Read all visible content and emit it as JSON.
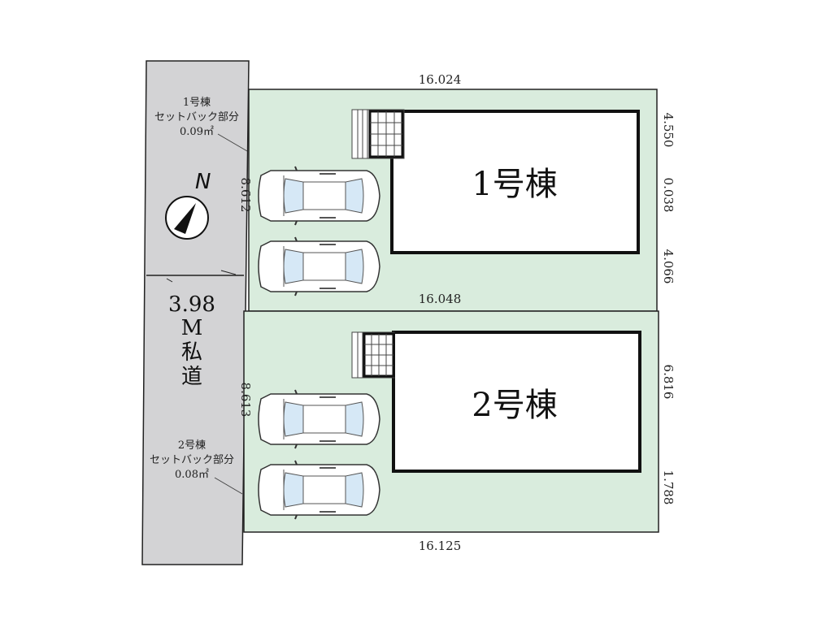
{
  "colors": {
    "lot": "#d9ecdd",
    "road": "#d3d3d5",
    "line": "#222222",
    "glass": "#d6e8f6"
  },
  "road": {
    "width": "3.98",
    "unit": "M",
    "label_1": "私",
    "label_2": "道"
  },
  "setback_1": {
    "title": "1号棟",
    "subtitle": "セットバック部分",
    "area": "0.09㎡"
  },
  "setback_2": {
    "title": "2号棟",
    "subtitle": "セットバック部分",
    "area": "0.08㎡"
  },
  "buildings": [
    {
      "label": "1号棟"
    },
    {
      "label": "2号棟"
    }
  ],
  "dimensions": {
    "top": "16.024",
    "middle": "16.048",
    "bottom": "16.125",
    "left_1": "8.612",
    "left_2": "8.613",
    "right_1a": "4.550",
    "right_1b": "0.038",
    "right_1c": "4.066",
    "right_2a": "6.816",
    "right_2b": "1.788"
  },
  "compass": {
    "label": "N"
  }
}
